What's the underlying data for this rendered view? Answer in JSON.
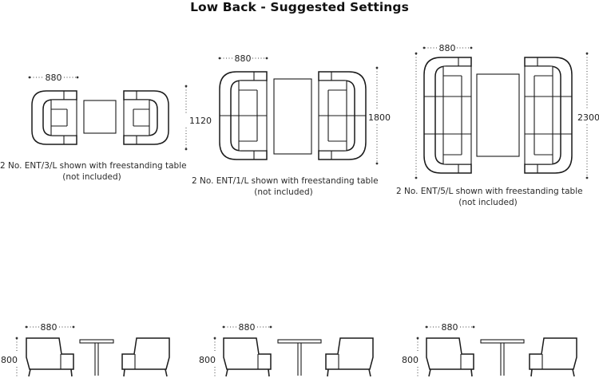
{
  "title": "Low Back - Suggested Settings",
  "plans": [
    {
      "width_label": "880",
      "depth_label": "1120",
      "caption_line1": "2 No. ENT/3/L shown with freestanding table",
      "caption_line2": "(not included)"
    },
    {
      "width_label": "880",
      "depth_label": "1800",
      "caption_line1": "2 No. ENT/1/L shown with freestanding table",
      "caption_line2": "(not included)"
    },
    {
      "width_label": "880",
      "depth_label": "2300",
      "caption_line1": "2 No. ENT/5/L shown with freestanding table",
      "caption_line2": "(not included)"
    }
  ],
  "elevations": [
    {
      "width_label": "880",
      "height_label": "800"
    },
    {
      "width_label": "880",
      "height_label": "800"
    },
    {
      "width_label": "880",
      "height_label": "800"
    }
  ]
}
